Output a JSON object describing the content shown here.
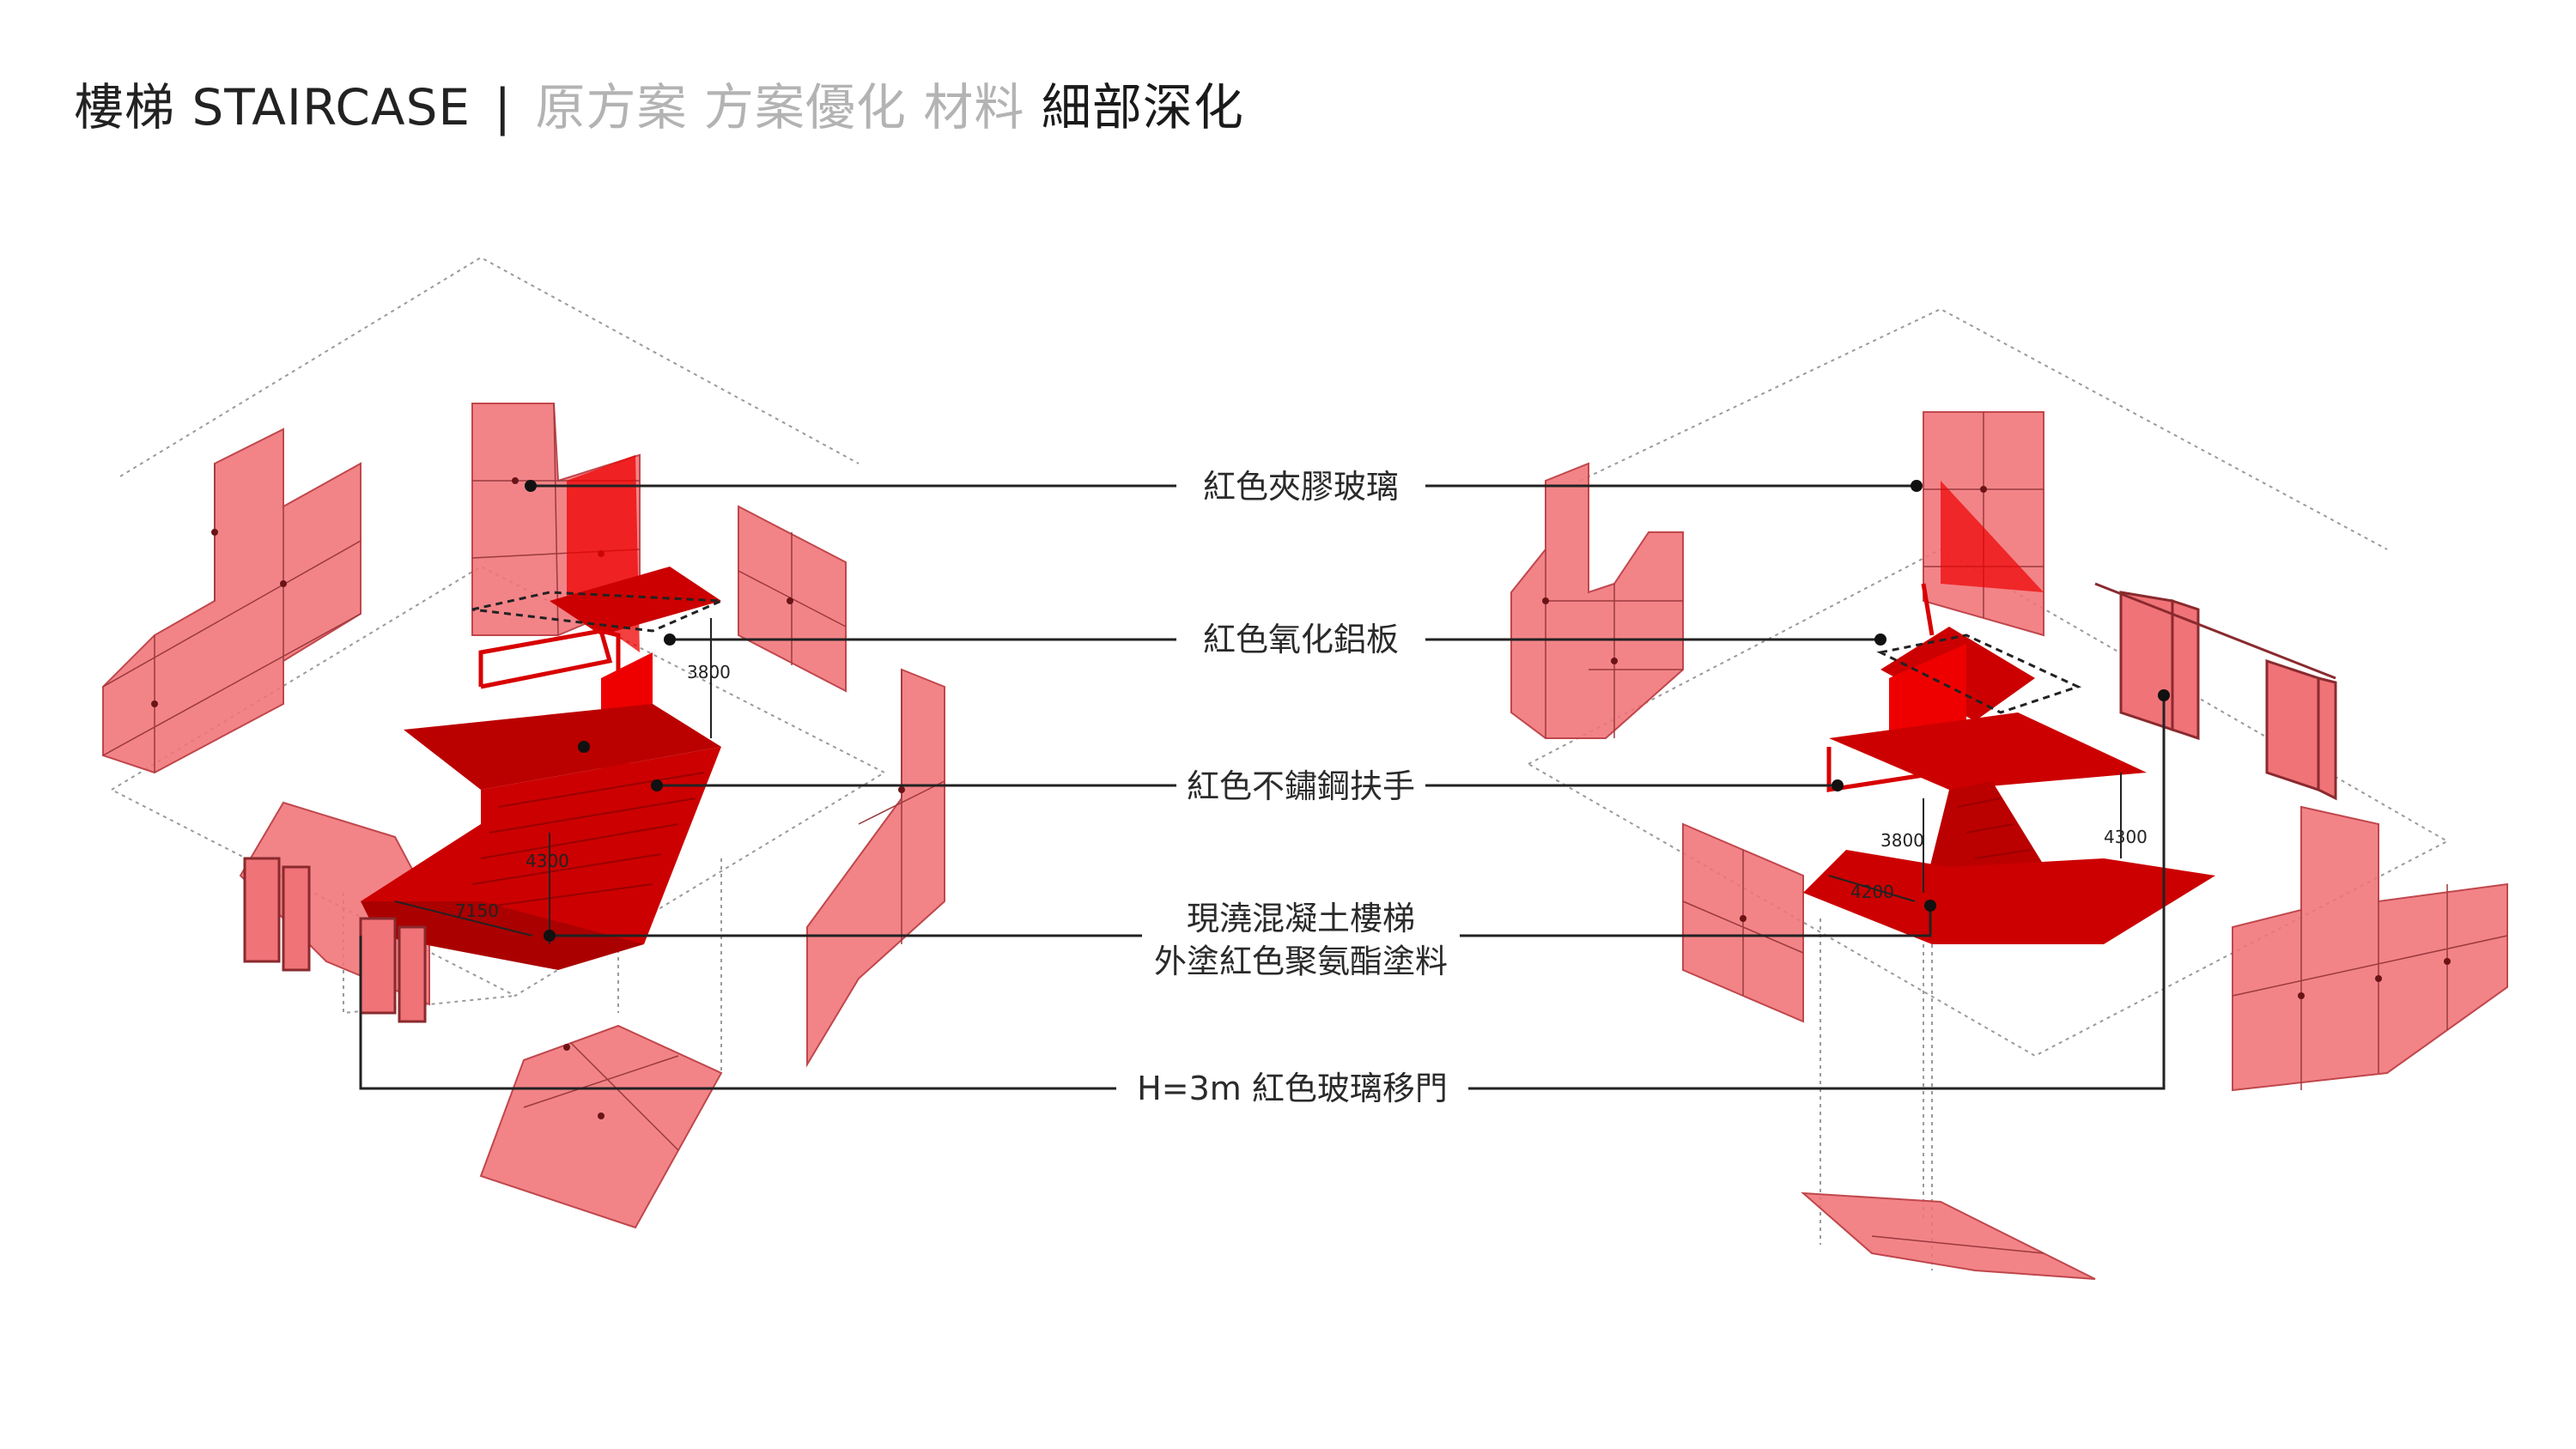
{
  "header": {
    "title_cn": "樓梯",
    "title_en": "STAIRCASE",
    "separator": "|",
    "step_original": "原方案",
    "step_optimize": "方案優化",
    "step_material": "材料",
    "step_detail": "細部深化"
  },
  "labels": {
    "laminated_glass": "紅色夾膠玻璃",
    "aluminum_panel": "紅色氧化鋁板",
    "handrail": "紅色不鏽鋼扶手",
    "concrete_stair_line1": "現澆混凝土樓梯",
    "concrete_stair_line2": "外塗紅色聚氨酯塗料",
    "sliding_door": "H=3m 紅色玻璃移門"
  },
  "dimensions": {
    "left_height_upper": "3800",
    "left_height_lower": "4300",
    "left_length": "7150",
    "right_height_lower": "3800",
    "right_height_upper": "4300",
    "right_length": "4200"
  },
  "colors": {
    "panel_fill": "#f07378",
    "panel_stroke": "#c0474c",
    "solid_red": "#cc0000",
    "bright_red": "#ee0000",
    "leader_line": "#222222",
    "guide_line": "#9a9a9a"
  }
}
